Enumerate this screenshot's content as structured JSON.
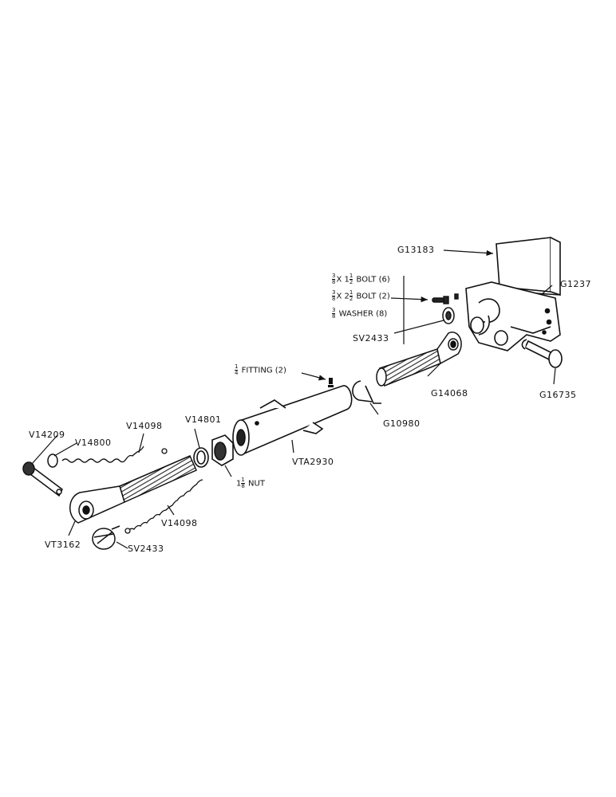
{
  "labels": {
    "g13183": "G13183",
    "g1237": "G1237",
    "sv2433_top": "SV2433",
    "g14068": "G14068",
    "g16735": "G16735",
    "g10980": "G10980",
    "vta2930": "VTA2930",
    "v14801": "V14801",
    "v14209": "V14209",
    "v14800": "V14800",
    "v14098_top": "V14098",
    "v14098_bottom": "V14098",
    "vt3162": "VT3162",
    "sv2433_bottom": "SV2433"
  },
  "specs": {
    "bolt_short": {
      "frac1_num": "3",
      "frac1_den": "8",
      "mid": "X 1",
      "frac2_num": "1",
      "frac2_den": "2",
      "text": "BOLT (6)"
    },
    "bolt_long": {
      "frac1_num": "3",
      "frac1_den": "8",
      "mid": "X 2",
      "frac2_num": "1",
      "frac2_den": "2",
      "text": "BOLT (2)"
    },
    "washer": {
      "frac_num": "3",
      "frac_den": "8",
      "text": "WASHER (8)"
    },
    "fitting": {
      "frac_num": "1",
      "frac_den": "4",
      "text": "FITTING (2)"
    },
    "nut": {
      "whole": "1",
      "frac_num": "1",
      "frac_den": "8",
      "text": "NUT"
    }
  }
}
